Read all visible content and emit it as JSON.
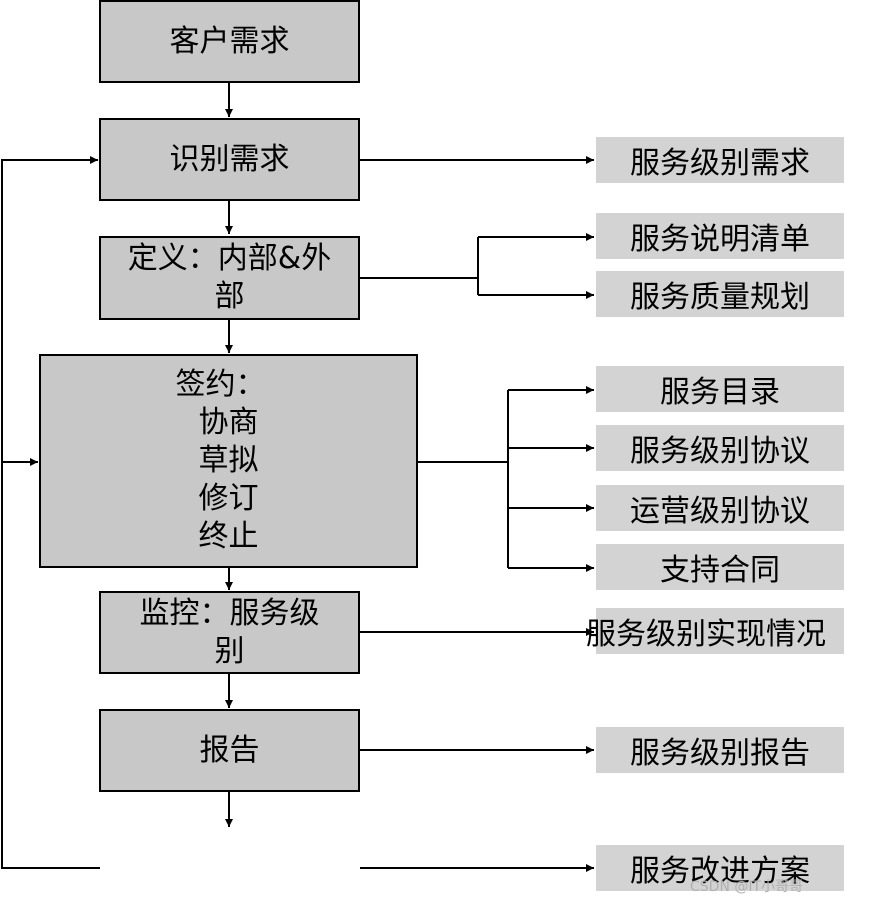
{
  "steps": {
    "customer_needs": "客户需求",
    "identify_needs": "识别需求",
    "define_line1": "定义：内部&外",
    "define_line2": "部",
    "sign_title": "签约：",
    "sign_items": [
      "协商",
      "草拟",
      "修订",
      "终止"
    ],
    "monitor_line1": "监控：服务级",
    "monitor_line2": "别",
    "report": "报告"
  },
  "outputs": {
    "service_level_requirements": "服务级别需求",
    "service_spec_list": "服务说明清单",
    "service_quality_plan": "服务质量规划",
    "service_catalog": "服务目录",
    "service_level_agreement": "服务级别协议",
    "operational_level_agreement": "运营级别协议",
    "support_contract": "支持合同",
    "service_level_achievement": "服务级别实现情况",
    "service_level_report": "服务级别报告",
    "service_improvement_plan": "服务改进方案"
  },
  "watermark": "CSDN @IT小哥哥"
}
